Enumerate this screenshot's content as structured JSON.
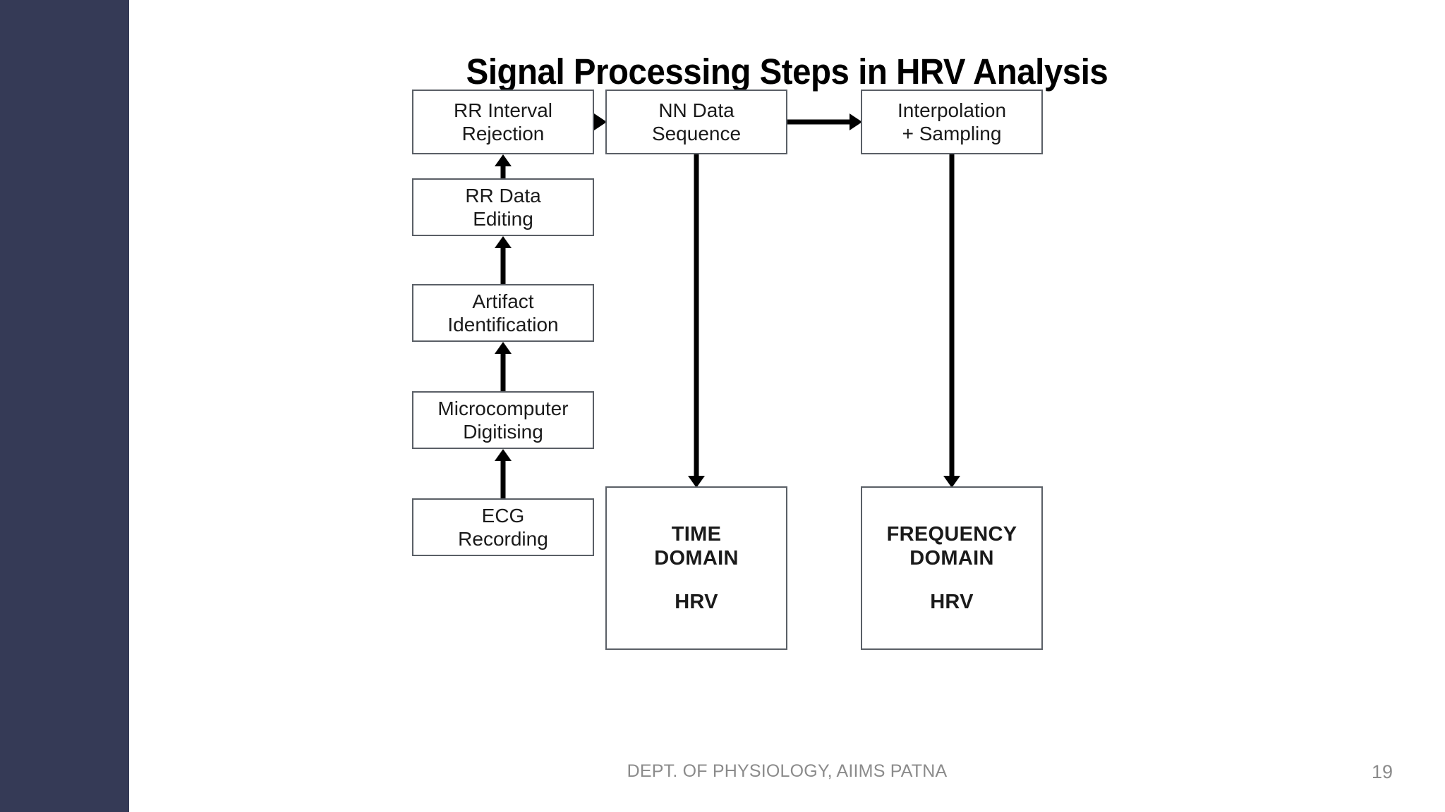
{
  "slide": {
    "title": "Signal Processing Steps in HRV Analysis",
    "accent_color": "#353A56",
    "background_color": "#FFFFFF",
    "footer": "DEPT. OF PHYSIOLOGY, AIIMS PATNA",
    "page_number": "19",
    "footer_color": "#8B8B8B"
  },
  "diagram": {
    "type": "flowchart",
    "node_border_color": "#5A5F66",
    "connector_color": "#000000",
    "nodes": [
      {
        "id": "ecg",
        "lines": [
          "ECG",
          "Recording"
        ],
        "style": "process"
      },
      {
        "id": "micro",
        "lines": [
          "Microcomputer",
          "Digitising"
        ],
        "style": "process"
      },
      {
        "id": "artifact",
        "lines": [
          "Artifact",
          "Identification"
        ],
        "style": "process"
      },
      {
        "id": "rrdata",
        "lines": [
          "RR Data",
          "Editing"
        ],
        "style": "process"
      },
      {
        "id": "rrinterval",
        "lines": [
          "RR Interval",
          "Rejection"
        ],
        "style": "process"
      },
      {
        "id": "nndata",
        "lines": [
          "NN Data",
          "Sequence"
        ],
        "style": "process"
      },
      {
        "id": "interp",
        "lines": [
          "Interpolation",
          "+ Sampling"
        ],
        "style": "process"
      },
      {
        "id": "timedomain",
        "lines": [
          "TIME",
          "DOMAIN",
          "",
          "HRV"
        ],
        "style": "output"
      },
      {
        "id": "freqdomain",
        "lines": [
          "FREQUENCY",
          "DOMAIN",
          "",
          "HRV"
        ],
        "style": "output"
      }
    ],
    "edges": [
      {
        "from": "ecg",
        "to": "micro",
        "direction": "up"
      },
      {
        "from": "micro",
        "to": "artifact",
        "direction": "up"
      },
      {
        "from": "artifact",
        "to": "rrdata",
        "direction": "up"
      },
      {
        "from": "rrdata",
        "to": "rrinterval",
        "direction": "up"
      },
      {
        "from": "rrinterval",
        "to": "nndata",
        "direction": "right"
      },
      {
        "from": "nndata",
        "to": "interp",
        "direction": "right"
      },
      {
        "from": "nndata",
        "to": "timedomain",
        "direction": "down"
      },
      {
        "from": "interp",
        "to": "freqdomain",
        "direction": "down"
      }
    ]
  }
}
